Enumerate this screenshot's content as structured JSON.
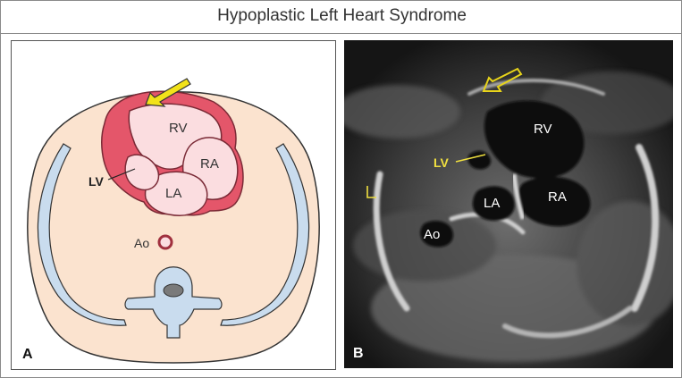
{
  "title": "Hypoplastic Left Heart Syndrome",
  "panel_a": {
    "letter": "A",
    "labels": {
      "rv": "RV",
      "ra": "RA",
      "la": "LA",
      "lv": "LV",
      "ao": "Ao"
    }
  },
  "panel_b": {
    "letter": "B",
    "labels": {
      "rv": "RV",
      "ra": "RA",
      "la": "LA",
      "lv": "LV",
      "ao": "Ao",
      "side": "L"
    }
  },
  "colors": {
    "body": "#fbe3cf",
    "heart_chamber": "#fbdde0",
    "lv_wall": "#e4566a",
    "rib": "#c9dcee",
    "arrow": "#f2e21a",
    "label_highlight": "#f0e040"
  }
}
